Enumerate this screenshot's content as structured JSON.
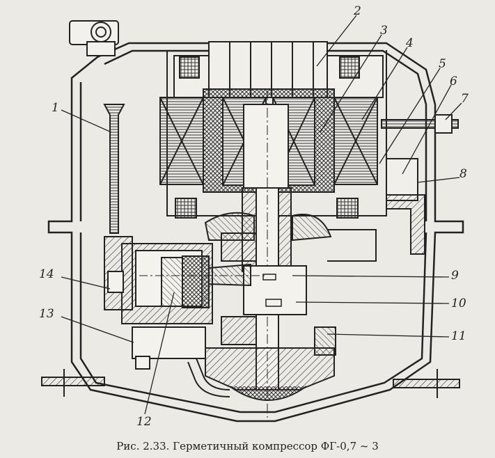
{
  "figure": {
    "caption": "Рис. 2.33. Герметичный компрессор ФГ-0,7 ~ 3",
    "callouts": [
      "1",
      "2",
      "3",
      "4",
      "5",
      "6",
      "7",
      "8",
      "9",
      "10",
      "11",
      "12",
      "13",
      "14"
    ]
  }
}
